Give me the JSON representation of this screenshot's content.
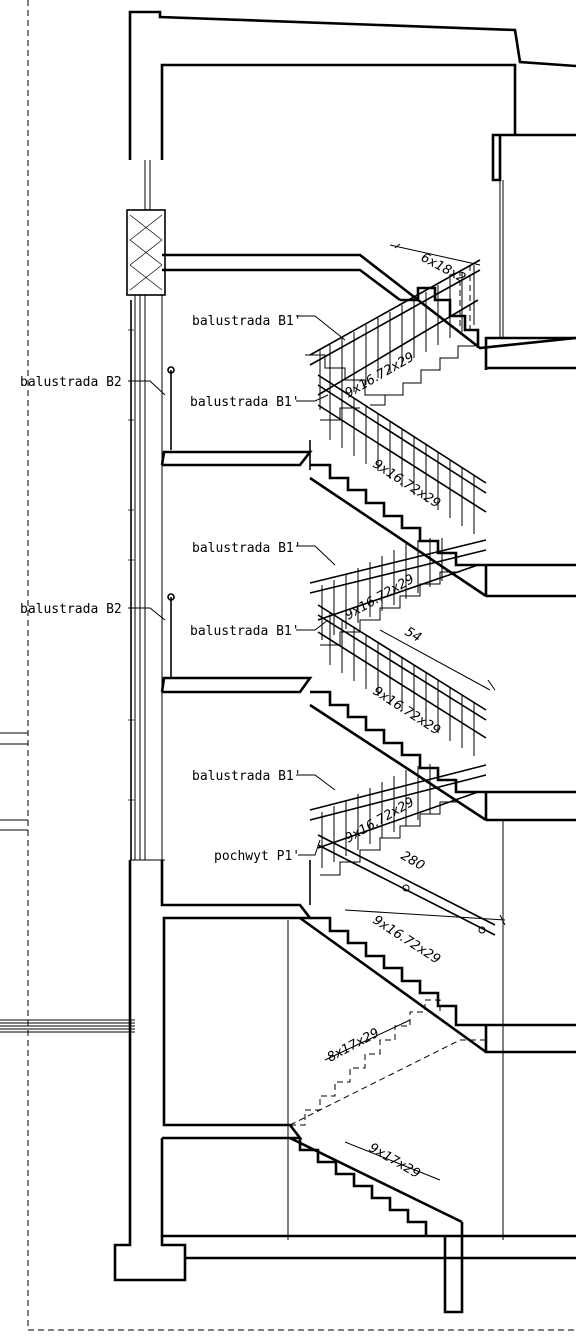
{
  "labels": {
    "balustrade_b1_1": "balustrada B1'",
    "balustrade_b2_1": "balustrada B2",
    "balustrade_b1_2": "balustrada B1'",
    "balustrade_b1_3": "balustrada B1'",
    "balustrade_b2_2": "balustrada B2",
    "balustrade_b1_4": "balustrada B1'",
    "balustrade_b1_5": "balustrada B1'",
    "handrail_p1": "pochwyt P1'"
  },
  "dimensions": {
    "top_flight": "6x18x2",
    "flight_1": "9x16.72x29",
    "flight_2": "9x16.72x29",
    "flight_3": "9x16.72x29",
    "flight_4": "9x16.72x29",
    "flight_5": "9x16.72x29",
    "flight_6": "9x16.72x29",
    "small_dim_54": "54",
    "small_dim_280": "280",
    "basement_upper": "8x17x29",
    "basement_lower": "9x17x29"
  },
  "colors": {
    "ink": "#000000",
    "paper": "#ffffff"
  }
}
